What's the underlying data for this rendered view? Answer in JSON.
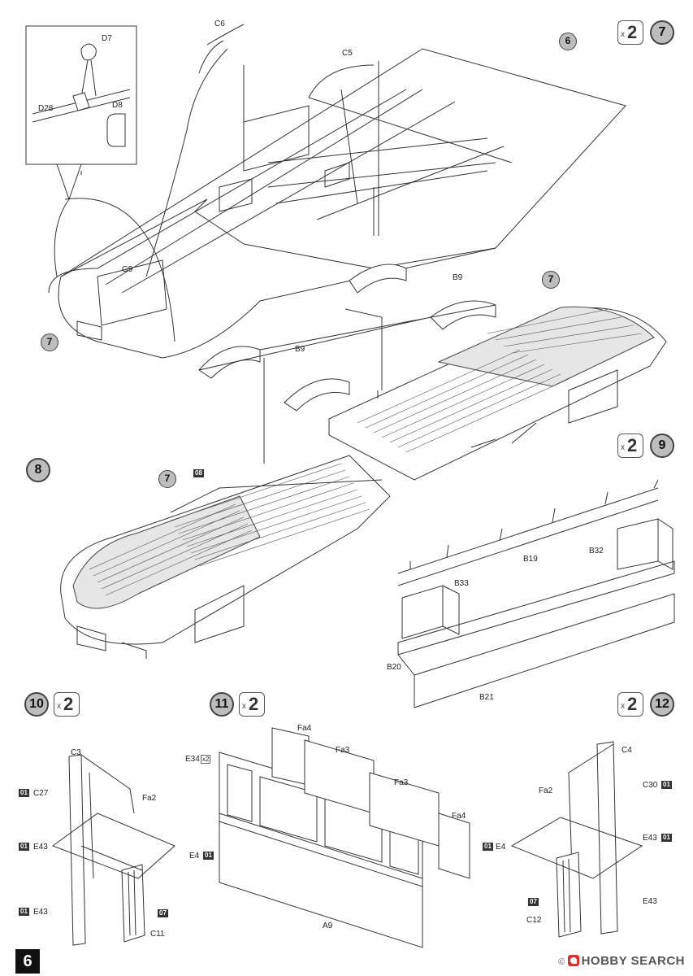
{
  "page": {
    "number": "6"
  },
  "watermark": {
    "text": "HOBBY SEARCH",
    "mark": "©"
  },
  "steps": {
    "s7": {
      "number": "7",
      "multiplier": "2",
      "x": "x"
    },
    "s8": {
      "number": "8"
    },
    "s9": {
      "number": "9",
      "multiplier": "2",
      "x": "x"
    },
    "s10": {
      "number": "10",
      "multiplier": "2",
      "x": "x"
    },
    "s11": {
      "number": "11",
      "multiplier": "2",
      "x": "x"
    },
    "s12": {
      "number": "12",
      "multiplier": "2",
      "x": "x"
    }
  },
  "refs": {
    "r6": "6",
    "r7a": "7",
    "r7b": "7",
    "r7c": "7"
  },
  "parts": {
    "D7": "D7",
    "D8": "D8",
    "D28": "D28",
    "C6": "C6",
    "C5": "C5",
    "G9": "G9",
    "B9a": "B9",
    "B9b": "B9",
    "B19": "B19",
    "B32": "B32",
    "B33": "B33",
    "B20": "B20",
    "B21": "B21",
    "C3": "C3",
    "C27": "C27",
    "E43a": "E43",
    "E43b": "E43",
    "Fa2a": "Fa2",
    "E4a": "E4",
    "C11": "C11",
    "Fa4a": "Fa4",
    "Fa3a": "Fa3",
    "Fa3b": "Fa3",
    "Fa4b": "Fa4",
    "E34": "E34",
    "E34mult": "x2",
    "A9": "A9",
    "C4": "C4",
    "Fa2b": "Fa2",
    "C30": "C30",
    "E4b": "E4",
    "E43c": "E43",
    "E43d": "E43",
    "C12": "C12"
  },
  "tags": {
    "t08": "08",
    "t01a": "01",
    "t01b": "01",
    "t01c": "01",
    "t01d": "01",
    "t07a": "07",
    "t01e": "01",
    "t01f": "01",
    "t01g": "01",
    "t07b": "07"
  }
}
